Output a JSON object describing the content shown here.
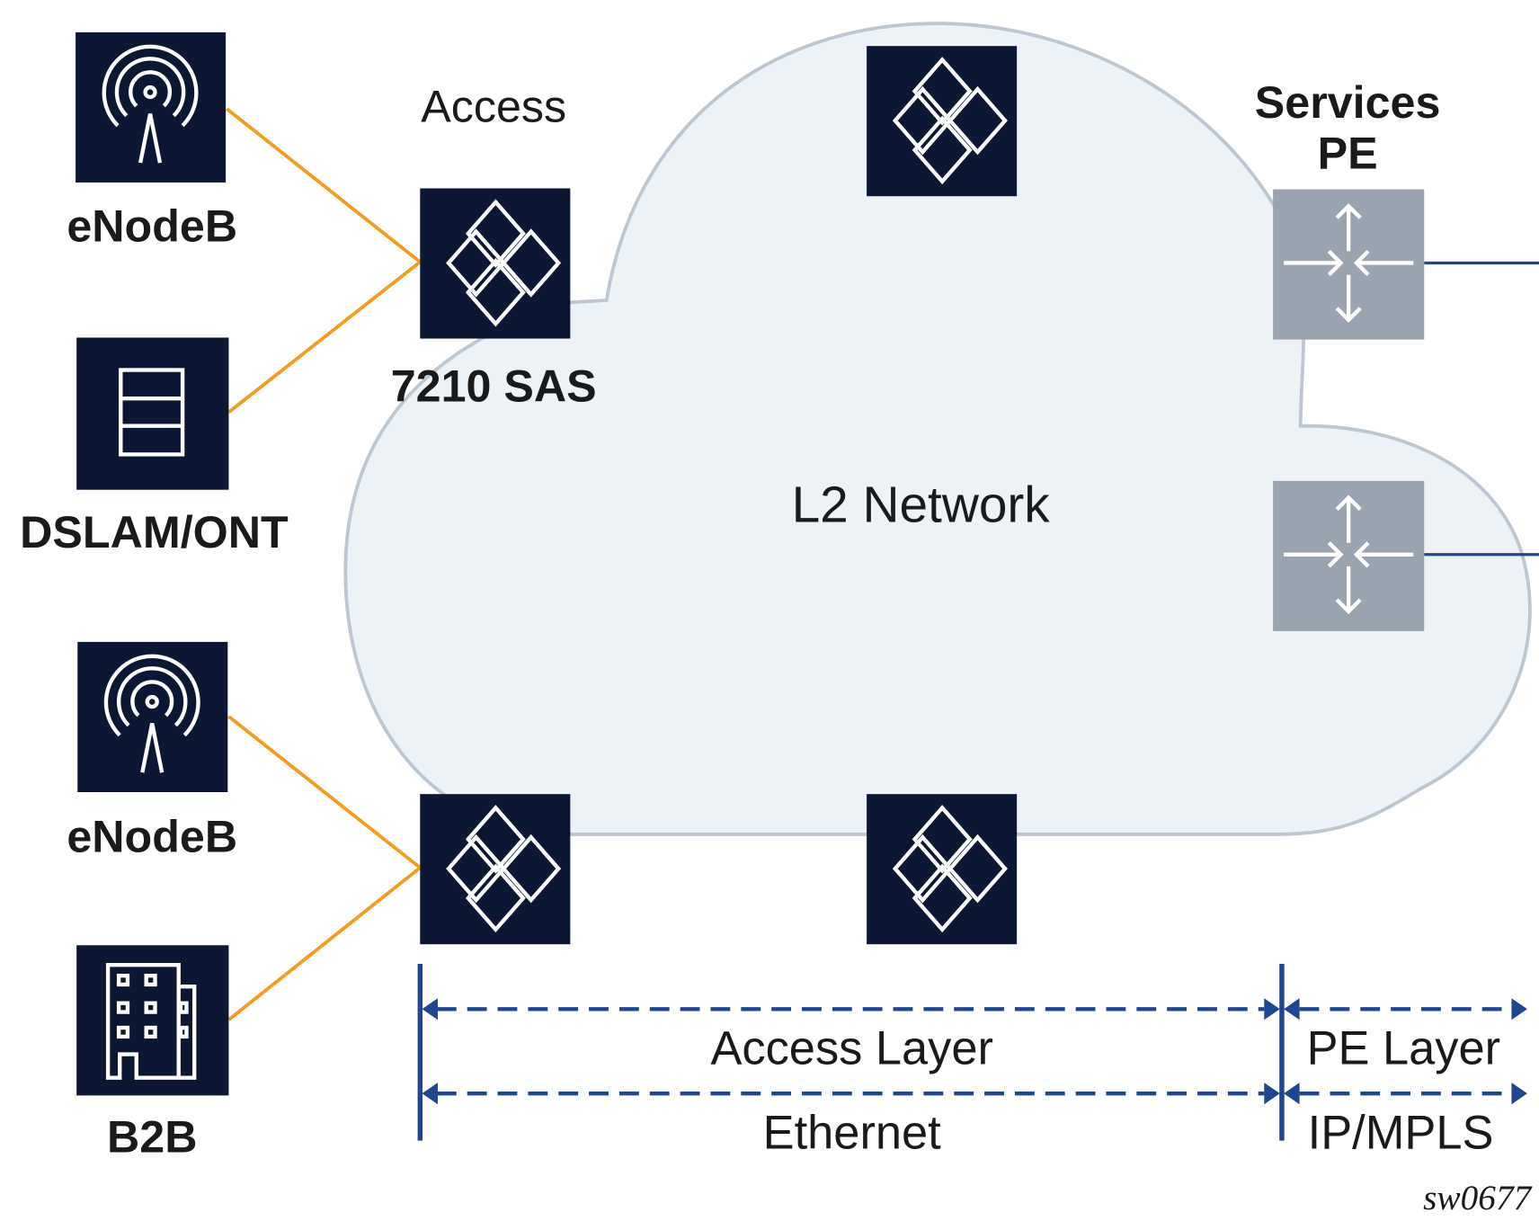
{
  "diagram": {
    "title_access": "Access",
    "title_services_pe_line1": "Services",
    "title_services_pe_line2": "PE",
    "cloud_label": "L2 Network",
    "nodes": {
      "enodeb_top": "eNodeB",
      "dslam": "DSLAM/ONT",
      "enodeb_bottom": "eNodeB",
      "b2b": "B2B",
      "sas": "7210 SAS"
    },
    "layers": {
      "access_layer": "Access Layer",
      "ethernet": "Ethernet",
      "pe_layer": "PE Layer",
      "ip_mpls": "IP/MPLS"
    },
    "figure_id": "sw0677",
    "colors": {
      "node": "#0b1733",
      "pe_router": "#9aa4b0",
      "link_access": "#f39c1f",
      "link_pe": "#1f4690",
      "cloud_fill": "#edf2f7",
      "cloud_stroke": "#bcc7d1"
    }
  }
}
